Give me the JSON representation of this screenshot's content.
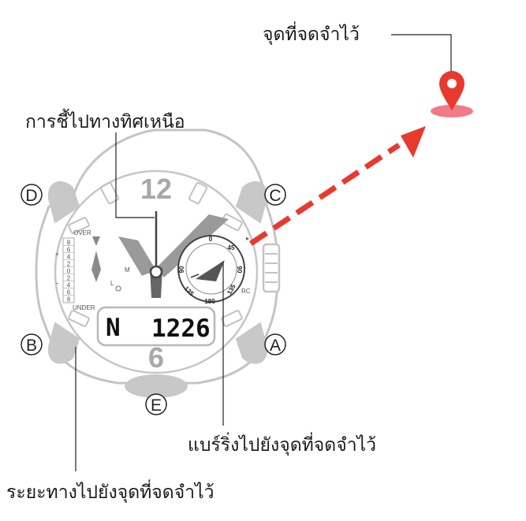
{
  "callouts": {
    "waypoint": "จุดที่จดจำไว้",
    "north_indicator": "การชี้ไปทางทิศเหนือ",
    "bearing": "แบร์ริ่งไปยังจุดที่จดจำไว้",
    "distance": "ระยะทางไปยังจุดที่จดจำไว้"
  },
  "dial": {
    "twelve": "12",
    "six": "6"
  },
  "buttons": {
    "d": "D",
    "c": "C",
    "b": "B",
    "a": "A",
    "e": "E"
  },
  "subdial": {
    "n0": "0",
    "n45": "45",
    "n90r": "90",
    "n135r": "135",
    "n180": "180",
    "n135l": "135",
    "n90l": "90"
  },
  "scale": {
    "over": "OVER",
    "under": "UNDER",
    "plus": "+",
    "minus": "−",
    "values": [
      "8",
      "6",
      "4",
      "2",
      "0",
      "2",
      "4",
      "6",
      "8"
    ]
  },
  "hand_labels": {
    "m": "M",
    "l": "L"
  },
  "side_labels": {
    "rc": "RC"
  },
  "lcd": {
    "left": "N",
    "value": "1226"
  },
  "colors": {
    "accent": "#e8392f",
    "pin": "#e8392f",
    "pin_base": "#f27a86",
    "case": "#c8c8c8",
    "hand": "#777777"
  },
  "icons": {
    "pin": "location-pin-icon",
    "arrow": "dashed-direction-arrow"
  }
}
